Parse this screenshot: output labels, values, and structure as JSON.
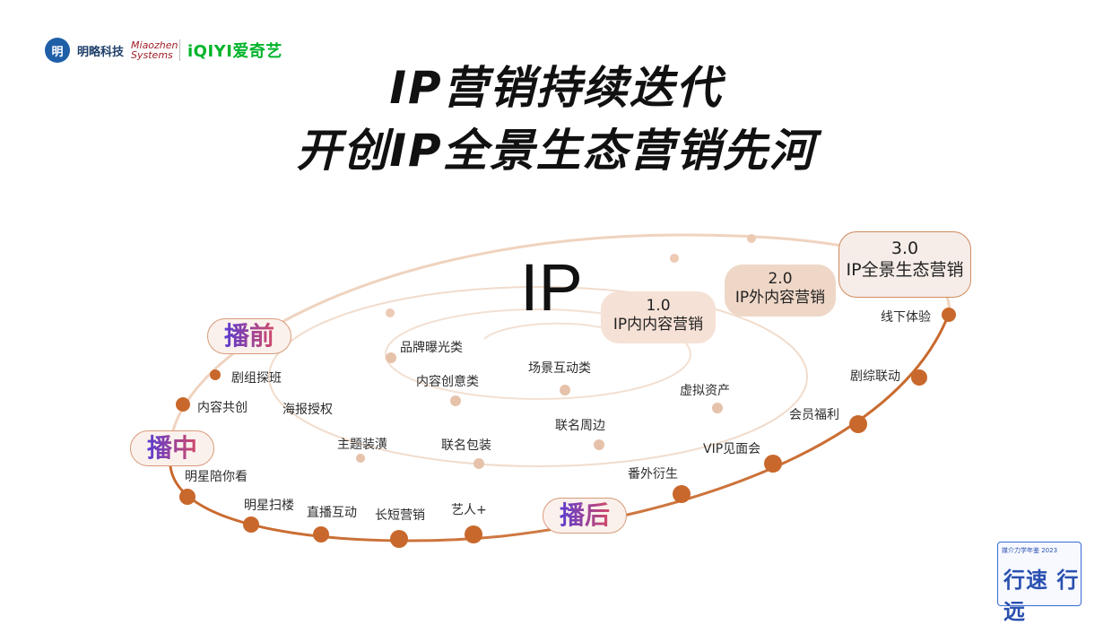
{
  "header": {
    "logo_mingluo": "明略科技",
    "logo_mingluo_sub": "Miaozhen Systems",
    "logo_iqiyi": "iQIYI爱奇艺"
  },
  "title": {
    "line1": "IP营销持续迭代",
    "line2": "开创IP全景生态营销先河"
  },
  "center_label": "IP",
  "versions": [
    {
      "num": "1.0",
      "label": "IP内内容营销"
    },
    {
      "num": "2.0",
      "label": "IP外内容营销"
    },
    {
      "num": "3.0",
      "label": "IP全景生态营销"
    }
  ],
  "phases": [
    "播前",
    "播中",
    "播后"
  ],
  "ring1_items": [
    "品牌曝光类",
    "内容创意类",
    "场景互动类"
  ],
  "ring2_items": [
    "海报授权",
    "主题装潢",
    "联名包装",
    "联名周边",
    "虚拟资产"
  ],
  "ring3_items": [
    "剧组探班",
    "内容共创",
    "明星陪你看",
    "明星扫楼",
    "直播互动",
    "长短营销",
    "艺人+",
    "番外衍生",
    "VIP见面会",
    "会员福利",
    "剧综联动",
    "线下体验"
  ],
  "colors": {
    "ring_dark": "#c9682c",
    "ring_light": "#eed5c4",
    "dot_light": "#e9c6b0"
  },
  "badge": {
    "line1": "媒介力学年鉴 2023",
    "line2": "行速 行远"
  }
}
